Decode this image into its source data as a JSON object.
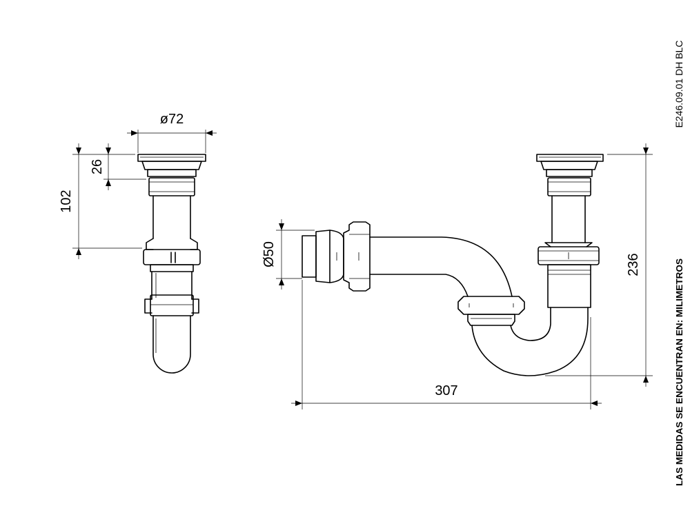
{
  "dimensions": {
    "diameter_outlet": "ø72",
    "height_flange": "26",
    "height_nut": "102",
    "diameter_inlet": "Ø50",
    "overall_height": "236",
    "overall_width": "307"
  },
  "drawing_code": "E246.09.01 DH BLC",
  "units_note": "LAS MEDIDAS SE ENCUENTRAN EN: MILIMETROS",
  "colors": {
    "line": "#000000",
    "background": "#ffffff"
  }
}
